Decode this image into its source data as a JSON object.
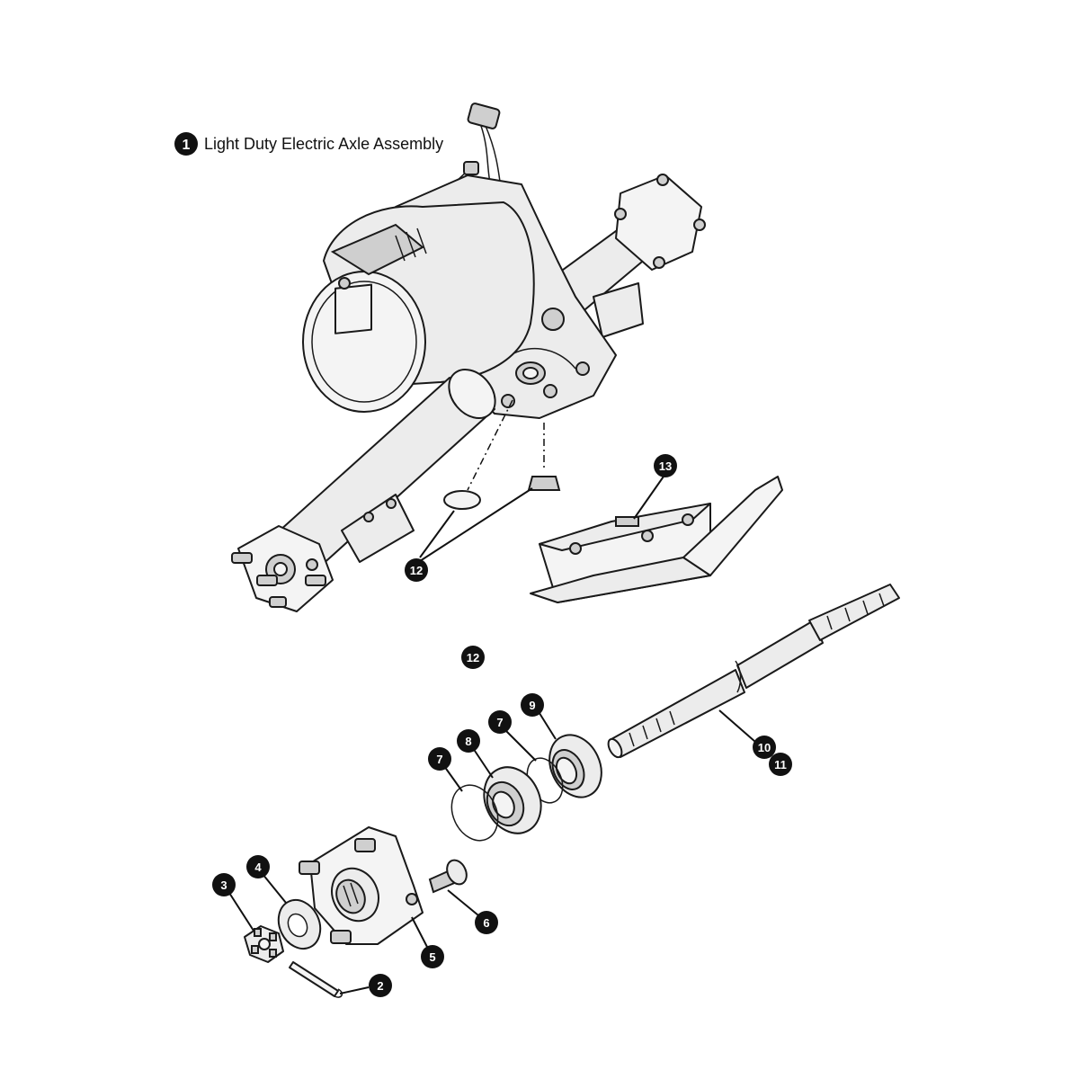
{
  "title": "Light Duty Electric Axle Assembly",
  "callouts": [
    {
      "label": "1",
      "part": "electric-axle-assembly"
    },
    {
      "label": "2",
      "part": "cotter-pin"
    },
    {
      "label": "3",
      "part": "castle-nut"
    },
    {
      "label": "4",
      "part": "washer"
    },
    {
      "label": "5",
      "part": "wheel-hub"
    },
    {
      "label": "6",
      "part": "wheel-stud"
    },
    {
      "label": "7",
      "part": "retaining-ring-outer"
    },
    {
      "label": "7",
      "part": "retaining-ring-inner"
    },
    {
      "label": "8",
      "part": "bearing"
    },
    {
      "label": "9",
      "part": "oil-seal"
    },
    {
      "label": "10",
      "part": "axle-shaft"
    },
    {
      "label": "11",
      "part": "axle-shaft-alt"
    },
    {
      "label": "12",
      "part": "drain-plug-and-cap"
    },
    {
      "label": "12",
      "part": "drain-plug-standalone"
    },
    {
      "label": "13",
      "part": "skid-plate"
    }
  ],
  "colors": {
    "callout_fill": "#111111",
    "callout_text": "#ffffff",
    "line": "#1a1a1a",
    "part_fill": "#ececec"
  }
}
